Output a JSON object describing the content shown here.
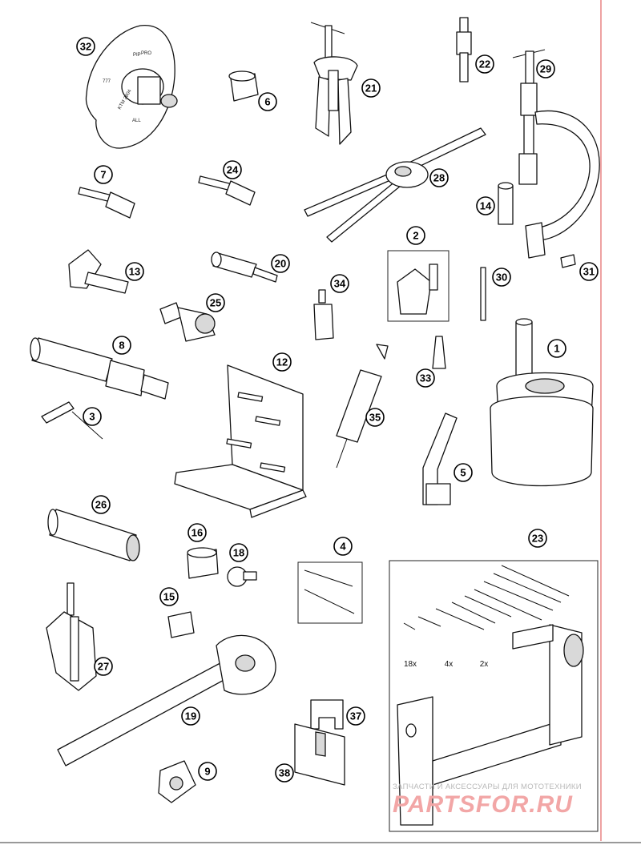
{
  "callouts": [
    "32",
    "6",
    "21",
    "22",
    "29",
    "7",
    "24",
    "28",
    "14",
    "13",
    "20",
    "2",
    "34",
    "30",
    "31",
    "25",
    "8",
    "1",
    "12",
    "33",
    "3",
    "35",
    "5",
    "26",
    "4",
    "23",
    "16",
    "18",
    "15",
    "27",
    "19",
    "37",
    "9",
    "38"
  ],
  "quantities": [
    "18x",
    "4x",
    "2x"
  ],
  "plate_text": [
    "KTM 2804",
    "777",
    "PIP",
    "PRO",
    "ALL"
  ],
  "watermark": {
    "caption": "ЗАПЧАСТИ И АКСЕССУАРЫ ДЛЯ МОТОТЕХНИКИ",
    "logo": "PARTSFOR.RU"
  },
  "colors": {
    "frame_line": "#d44",
    "watermark_logo": "#f2a6a6",
    "line_art": "#111111"
  }
}
